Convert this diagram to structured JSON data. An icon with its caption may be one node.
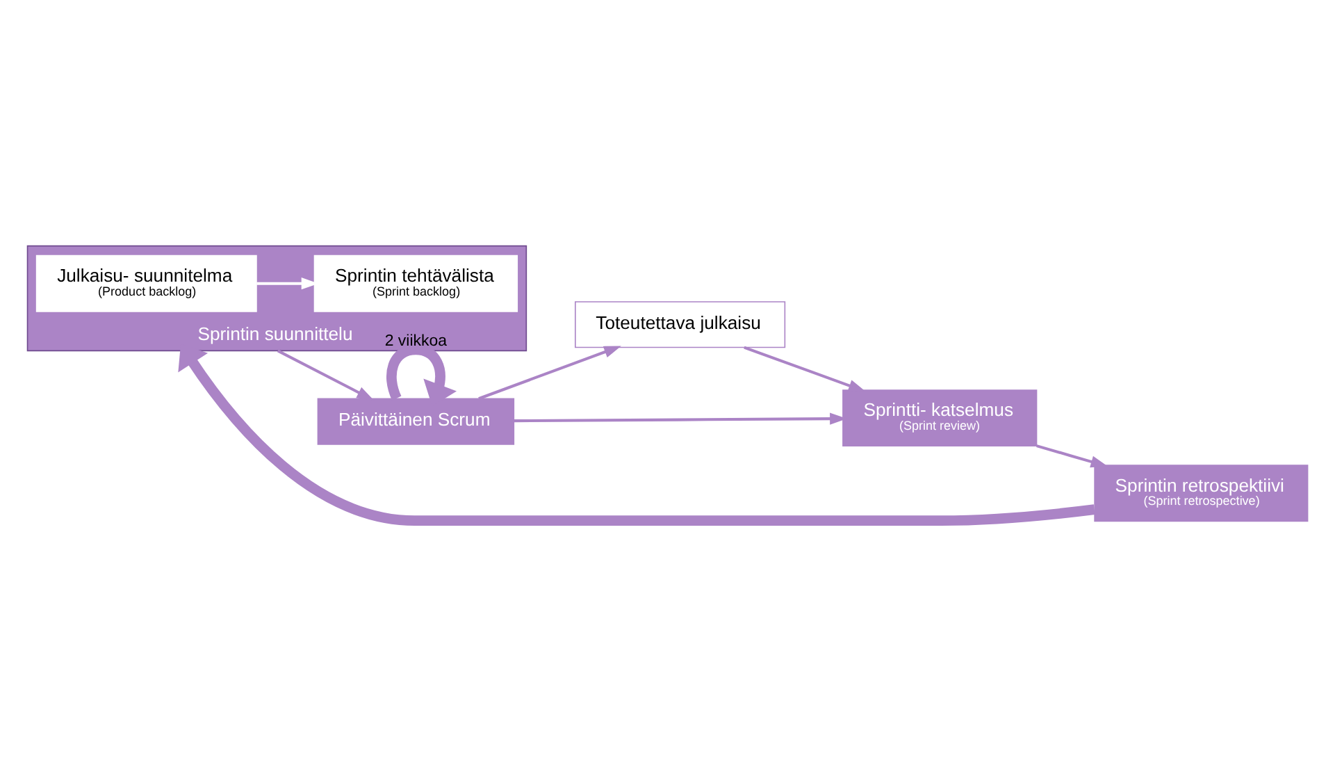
{
  "diagram": {
    "nodes": [
      {
        "text": [
          "Sprintin suunnittelu"
        ]
      },
      {
        "text": [
          "Julkaisu- suunnitelma",
          "(Product backlog)"
        ],
        "in": 0
      },
      {
        "text": [
          "Sprintin tehtävälista",
          "(Sprint backlog)"
        ],
        "in": 0
      },
      {
        "text": [
          "Päivittäinen Scrum"
        ]
      },
      {
        "text": [
          "Toteutettava julkaisu"
        ]
      },
      {
        "text": [
          "Sprintti- katselmus",
          "(Sprint review)"
        ]
      },
      {
        "text": [
          "Sprintin retrospektiivi",
          "(Sprint retrospective)"
        ]
      }
    ],
    "edges": [
      {
        "from": 1,
        "to": 2,
        "arrow": "to",
        "color": "#ffffff"
      },
      {
        "from": 0,
        "to": 3,
        "arrow": "to"
      },
      {
        "from": 3,
        "to": 3,
        "arrow": "to",
        "label": "2 viikkoa",
        "style": "thick"
      },
      {
        "from": 3,
        "to": 4,
        "arrow": "to"
      },
      {
        "from": 3,
        "to": 5,
        "arrow": "to"
      },
      {
        "from": 4,
        "to": 5,
        "arrow": "to"
      },
      {
        "from": 5,
        "to": 6,
        "arrow": "to"
      },
      {
        "from": 6,
        "to": 0,
        "arrow": "to",
        "style": "thick"
      }
    ]
  }
}
